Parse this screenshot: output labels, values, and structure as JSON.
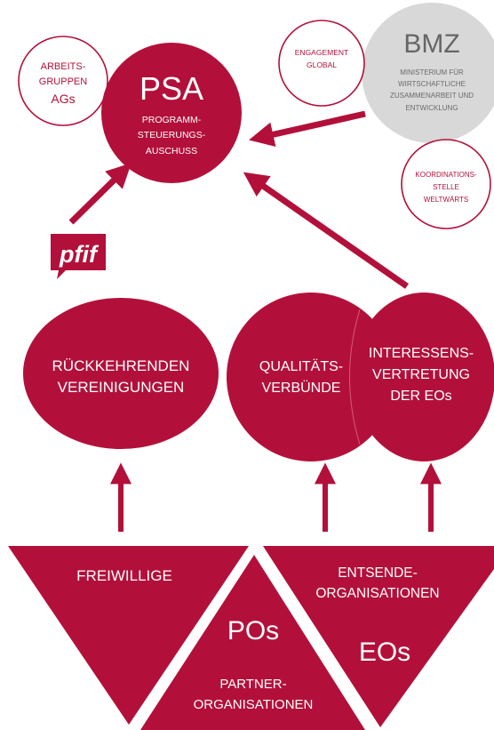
{
  "colors": {
    "crimson": "#b2103a",
    "grey_circle": "#d8d8d8",
    "grey_text": "#6b6b6b",
    "outline": "#b2103a",
    "white": "#ffffff",
    "background": "#ffffff"
  },
  "top": {
    "psa": {
      "title": "PSA",
      "line1": "PROGRAMM-",
      "line2": "STEUERUNGS-",
      "line3": "AUSCHUSS"
    },
    "arbeitsgruppen": {
      "line1": "ARBEITS-",
      "line2": "GRUPPEN",
      "line3": "AGs"
    },
    "engagement_global": {
      "line1": "ENGAGEMENT",
      "line2": "GLOBAL"
    },
    "bmz": {
      "title": "BMZ",
      "line1": "MINISTERIUM FÜR",
      "line2": "WIRTSCHAFTLICHE",
      "line3": "ZUSAMMENARBEIT UND",
      "line4": "ENTWICKLUNG"
    },
    "koordinationsstelle": {
      "line1": "KOORDINATIONS-",
      "line2": "STELLE",
      "line3": "WELTWÄRTS"
    },
    "pfif": {
      "logo_text": "pfif"
    }
  },
  "middle": {
    "rueckkehrenden": {
      "line1": "RÜCKKEHRENDEN",
      "line2": "VEREINIGUNGEN"
    },
    "qualitaetsverbuende": {
      "line1": "QUALITÄTS-",
      "line2": "VERBÜNDE"
    },
    "interessensvertretung": {
      "line1": "INTERESSENS-",
      "line2": "VERTRETUNG",
      "line3": "DER EOs"
    }
  },
  "bottom": {
    "freiwillige": {
      "label": "FREIWILLIGE"
    },
    "pos": {
      "title": "POs",
      "line1": "PARTNER-",
      "line2": "ORGANISATIONEN"
    },
    "eos": {
      "line1": "ENTSENDE-",
      "line2": "ORGANISATIONEN",
      "title": "EOs"
    }
  }
}
